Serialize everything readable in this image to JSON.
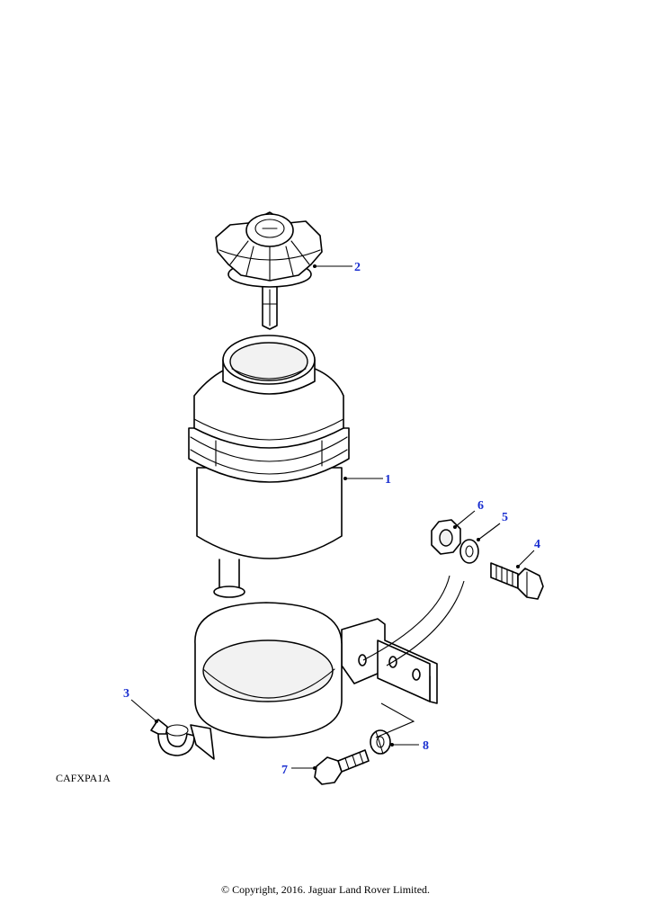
{
  "diagram": {
    "reference_code": "CAFXPA1A",
    "copyright": "© Copyright, 2016. Jaguar Land Rover Limited.",
    "callout_color": "#1a2fd0",
    "callouts": [
      {
        "id": "1",
        "label": "1",
        "part": "reservoir"
      },
      {
        "id": "2",
        "label": "2",
        "part": "cap"
      },
      {
        "id": "3",
        "label": "3",
        "part": "hose-clip"
      },
      {
        "id": "4",
        "label": "4",
        "part": "bolt"
      },
      {
        "id": "5",
        "label": "5",
        "part": "washer"
      },
      {
        "id": "6",
        "label": "6",
        "part": "nut"
      },
      {
        "id": "7",
        "label": "7",
        "part": "bolt"
      },
      {
        "id": "8",
        "label": "8",
        "part": "spring-washer"
      }
    ]
  }
}
